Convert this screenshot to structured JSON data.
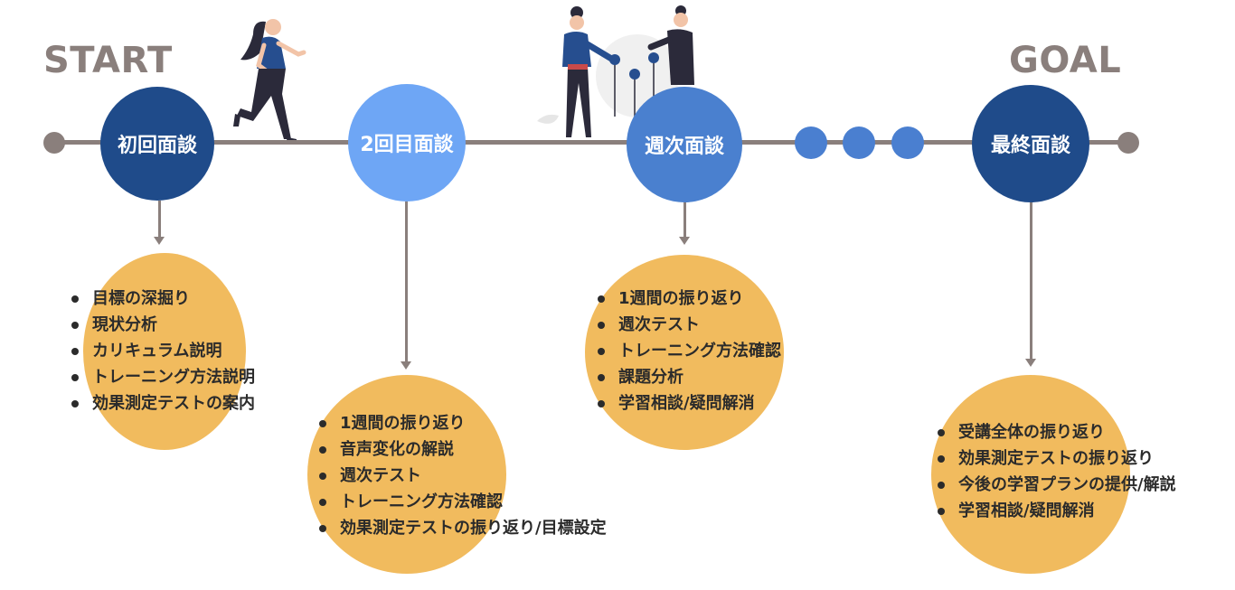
{
  "labels": {
    "start": "START",
    "goal": "GOAL"
  },
  "stages": [
    {
      "name": "初回面談",
      "color": "#1f4b8a",
      "items": [
        "目標の深掘り",
        "現状分析",
        "カリキュラム説明",
        "トレーニング方法説明",
        "効果測定テストの案内"
      ]
    },
    {
      "name": "2回目面談",
      "color": "#6ea6f5",
      "items": [
        "1週間の振り返り",
        "音声変化の解説",
        "週次テスト",
        "トレーニング方法確認",
        "効果測定テストの振り返り/目標設定"
      ]
    },
    {
      "name": "週次面談",
      "color": "#4a80cf",
      "items": [
        "1週間の振り返り",
        "週次テスト",
        "トレーニング方法確認",
        "課題分析",
        "学習相談/疑問解消"
      ]
    },
    {
      "name": "最終面談",
      "color": "#1f4b8a",
      "items": [
        "受講全体の振り返り",
        "効果測定テストの振り返り",
        "今後の学習プランの提供/解説",
        "学習相談/疑問解消"
      ]
    }
  ],
  "colors": {
    "timeline": "#8a7f7c",
    "bubble": "#f1bb5e",
    "ellipsis_dots": "#4a7fd0"
  }
}
